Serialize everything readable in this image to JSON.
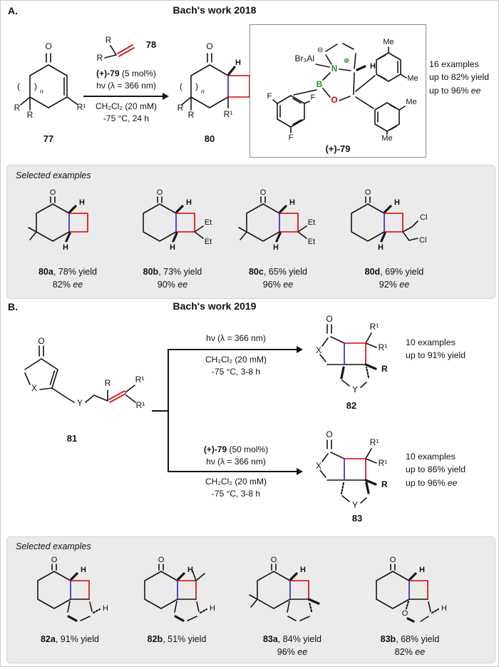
{
  "figure": {
    "section_a_label": "A.",
    "section_a_title": "Bach's work 2018",
    "section_b_label": "B.",
    "section_b_title": "Bach's work 2019",
    "selected_examples": "Selected examples"
  },
  "atoms": {
    "O": "O",
    "H": "H",
    "F": "F",
    "N": "N",
    "B": "B",
    "X": "X",
    "Y": "Y",
    "R": "R",
    "R1": "R¹",
    "Me": "Me",
    "Et": "Et",
    "Cl": "Cl",
    "paren_l": "(",
    "paren_r": ")",
    "n_sub": "n",
    "albr3": "Br₃Al",
    "minus": "⊖",
    "plus": "⊕"
  },
  "scheme_a": {
    "reactant_id": "77",
    "alkene_id": "78",
    "product_id": "80",
    "cat_id": "(+)-79",
    "cond1_bold": "(+)-79",
    "cond1_rest": " (5 mol%)",
    "cond2": "hν (λ = 366 nm)",
    "cond3": "CH₂Cl₂ (20 mM)",
    "cond4": "-75 °C, 24 h",
    "stats": [
      {
        "t": "16 examples"
      },
      {
        "t": "up to 82% yield"
      },
      {
        "t": "up to 96% ",
        "i": "ee"
      }
    ]
  },
  "examples_a": [
    {
      "id": "80a",
      "res": ", 78% yield",
      "ee": "82% ",
      "ee_label": "ee"
    },
    {
      "id": "80b",
      "res": ", 73% yield",
      "ee": "90% ",
      "ee_label": "ee"
    },
    {
      "id": "80c",
      "res": ", 65% yield",
      "ee": "96% ",
      "ee_label": "ee"
    },
    {
      "id": "80d",
      "res": ", 69% yield",
      "ee": "92% ",
      "ee_label": "ee"
    }
  ],
  "scheme_b": {
    "substrate_id": "81",
    "top": {
      "cond1": "hν (λ = 366 nm)",
      "cond2": "CH₂Cl₂ (20 mM)",
      "cond3": "-75 °C, 3-8 h",
      "product_id": "82",
      "stats": [
        {
          "t": "10 examples"
        },
        {
          "t": "up to 91% yield"
        }
      ]
    },
    "bottom": {
      "cond1_bold": "(+)-79",
      "cond1_rest": " (50 mol%)",
      "cond2": "hν (λ = 366 nm)",
      "cond3": "CH₂Cl₂ (20 mM)",
      "cond4": "-75 °C, 3-8 h",
      "product_id": "83",
      "stats": [
        {
          "t": "10 examples"
        },
        {
          "t": "up to 86% yield"
        },
        {
          "t": "up to 96% ",
          "i": "ee"
        }
      ]
    }
  },
  "examples_b": [
    {
      "id": "82a",
      "res": ", 91% yield"
    },
    {
      "id": "82b",
      "res": ", 51% yield"
    },
    {
      "id": "83a",
      "res": ", 84% yield",
      "ee": "96% ",
      "ee_label": "ee"
    },
    {
      "id": "83b",
      "res": ", 68% yield",
      "ee": "82% ",
      "ee_label": "ee"
    }
  ]
}
